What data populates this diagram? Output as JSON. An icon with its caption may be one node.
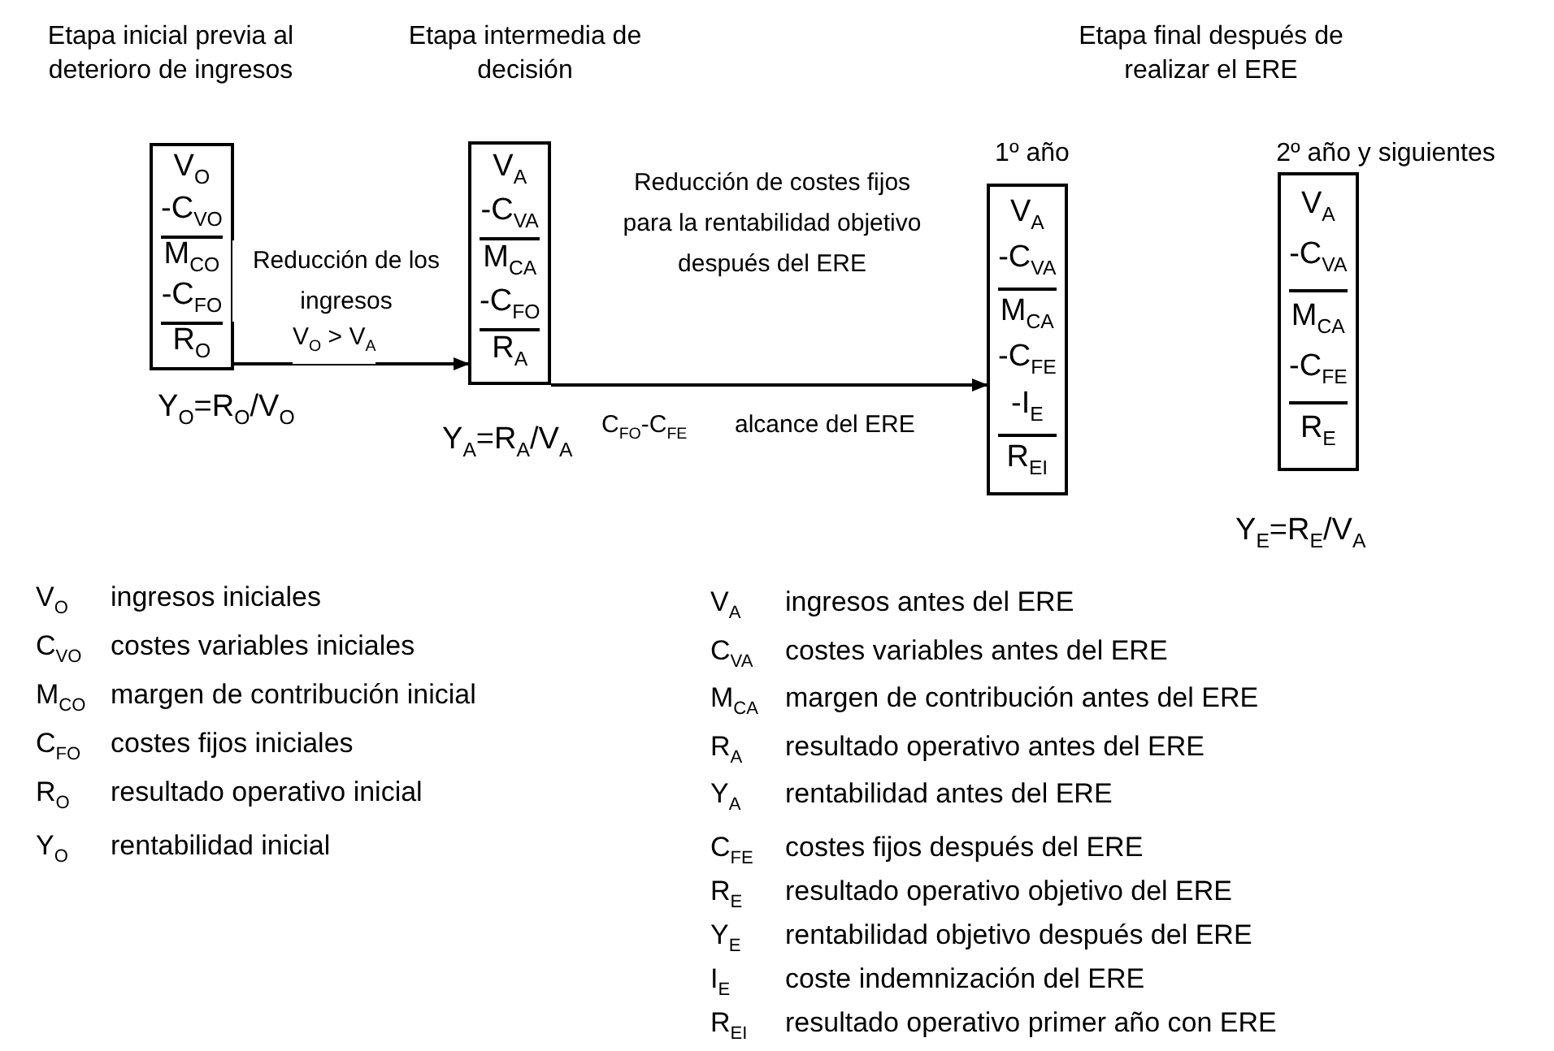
{
  "diagram": {
    "nodes": [
      {
        "text": [
          "V$_{O}$",
          "-C$_{VO}$",
          "M$_{CO}$",
          "-C$_{FO}$",
          "R$_{O}$"
        ],
        "beside": [
          "Y$_{O}$=R$_{O}$/V$_{O}$"
        ]
      },
      {
        "text": [
          "V$_{A}$",
          "-C$_{VA}$",
          "M$_{CA}$",
          "-C$_{FO}$",
          "R$_{A}$"
        ],
        "beside": [
          "Y$_{A}$=R$_{A}$/V$_{A}$"
        ]
      },
      {
        "text": [
          "V$_{A}$",
          "-C$_{VA}$",
          "M$_{CA}$",
          "-C$_{FE}$",
          "-I$_{E}$",
          "R$_{EI}$"
        ],
        "beside": [
          "1º año"
        ]
      },
      {
        "text": [
          "V$_{A}$",
          "-C$_{VA}$",
          "M$_{CA}$",
          "-C$_{FE}$",
          "R$_{E}$"
        ],
        "beside": [
          "2º año y siguientes",
          "Y$_{E}$=R$_{E}$/V$_{A}$"
        ]
      }
    ],
    "edges": [
      {
        "from": 0,
        "to": 1,
        "arrow": "to",
        "label": "Reducción de los ingresos"
      },
      {
        "from": 1,
        "to": 2,
        "arrow": "to",
        "label": "Reducción de costes fijos para la rentabilidad objetivo después del ERE"
      }
    ],
    "labels": [
      "Etapa inicial previa al deterioro de ingresos",
      "Etapa intermedia de decisión",
      "Etapa final después de realizar el ERE",
      "V$_{O}$ > V$_{A}$",
      "C$_{FO}$-C$_{FE}$",
      "alcance del ERE",
      "V$_{O}$ ingresos iniciales",
      "C$_{VO}$ costes variables iniciales",
      "M$_{CO}$ margen de contribución inicial",
      "C$_{FO}$ costes fijos iniciales",
      "R$_{O}$ resultado operativo inicial",
      "Y$_{O}$ rentabilidad inicial",
      "V$_{A}$ ingresos antes del ERE",
      "C$_{VA}$ costes variables antes del ERE",
      "M$_{CA}$ margen de contribución antes del ERE",
      "R$_{A}$ resultado operativo antes del ERE",
      "Y$_{A}$ rentabilidad antes del ERE",
      "C$_{FE}$ costes fijos después del ERE",
      "R$_{E}$ resultado operativo objetivo del ERE",
      "Y$_{E}$ rentabilidad objetivo después del ERE",
      "I$_{E}$ coste indemnización del ERE",
      "R$_{EI}$ resultado operativo primer año con ERE"
    ]
  }
}
